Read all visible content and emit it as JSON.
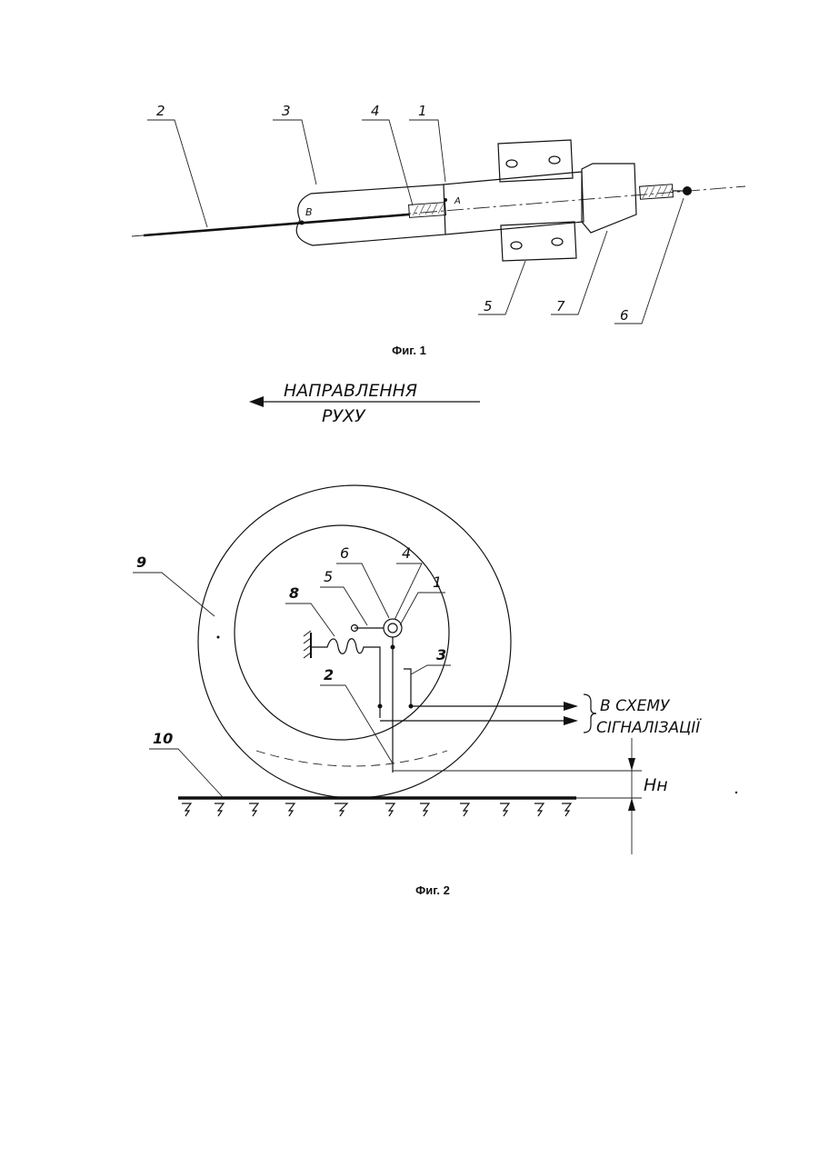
{
  "figures": [
    {
      "caption": "Фиг. 1",
      "callouts": [
        "2",
        "3",
        "4",
        "1",
        "5",
        "7",
        "6"
      ],
      "point_labels": [
        "B",
        "A"
      ]
    },
    {
      "caption": "Фиг. 2",
      "direction_label_line1": "НАПРАВЛЕННЯ",
      "direction_label_line2": "РУХУ",
      "callouts": [
        "9",
        "6",
        "4",
        "5",
        "1",
        "8",
        "3",
        "2",
        "10"
      ],
      "signal_label_line1": "В СХЕМУ",
      "signal_label_line2": "СІГНАЛІЗАЦІЇ",
      "height_label": "Hн"
    }
  ]
}
